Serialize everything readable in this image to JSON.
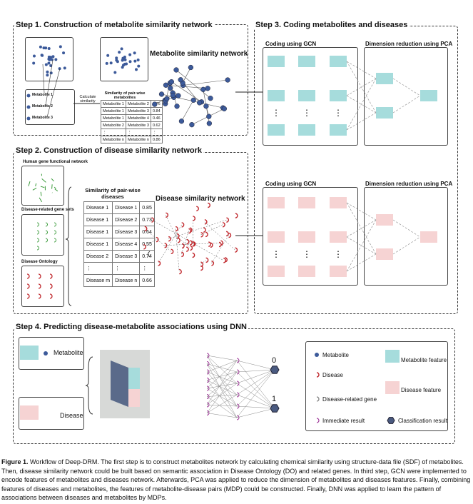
{
  "step1": {
    "title": "Step 1. Construction of metabolite similarity network",
    "metabolites": [
      "Metabolite 1",
      "Metabolite 2",
      "Metabolite 3"
    ],
    "calc_label": "Calculate similarity",
    "table_title": "Similarity of pair-wise metabolites",
    "table_rows": [
      [
        "Metabolite 1",
        "Metabolite 2",
        "0.76"
      ],
      [
        "Metabolite 1",
        "Metabolite 3",
        "0.84"
      ],
      [
        "Metabolite 1",
        "Metabolite 4",
        "0.46"
      ],
      [
        "Metabolite 2",
        "Metabolite 3",
        "0.62"
      ],
      [
        "⋮",
        "⋮",
        "⋮"
      ],
      [
        "Metabolite n",
        "Metabolite n",
        "0.86"
      ]
    ],
    "network_label": "Metabolite similarity network"
  },
  "step2": {
    "title": "Step 2. Construction of disease similarity network",
    "gene_network_label": "Human gene functional network",
    "gene_sets_label": "Disease-related gene sets",
    "ontology_label": "Disease Ontology",
    "table_title": "Similarity of pair-wise diseases",
    "table_rows": [
      [
        "Disease 1",
        "Disease 1",
        "0.85"
      ],
      [
        "Disease 1",
        "Disease 2",
        "0.73"
      ],
      [
        "Disease 1",
        "Disease 3",
        "0.64"
      ],
      [
        "Disease 1",
        "Disease 4",
        "0.55"
      ],
      [
        "Disease 2",
        "Disease 3",
        "0.74"
      ],
      [
        "⋮",
        "⋮",
        "⋮"
      ],
      [
        "Disease m",
        "Disease n",
        "0.66"
      ]
    ],
    "network_label": "Disease similarity network"
  },
  "step3": {
    "title": "Step 3. Coding metabolites and diseases",
    "gcn_label": "Coding using GCN",
    "pca_label": "Dimension reduction using PCA"
  },
  "step4": {
    "title": "Step 4.  Predicting disease-metabolite associations using DNN",
    "metabolite_label": "Metabolite",
    "disease_label": "Disease",
    "output_0": "0",
    "output_1": "1",
    "legend": {
      "metabolite": "Metabolite",
      "metabolite_feature": "Metabolite feature",
      "disease": "Disease",
      "disease_feature": "Disease feature",
      "disease_gene": "Disease-related gene",
      "immediate": "Immediate result",
      "classification": "Classification result"
    }
  },
  "caption": {
    "label": "Figure 1.",
    "text": "Workflow of Deep-DRM. The first step is to construct metabolites network by calculating chemical similarity using structure-data file (SDF) of metabolites. Then, disease similarity network could be built based on semantic association in Disease Ontology (DO) and related genes. In third step, GCN were implemented to encode features of metabolites and diseases network. Afterwards, PCA was applied to reduce the dimension of metabolites and diseases features. Finally, combining features of diseases and metabolites, the features of metabolite-disease pairs (MDP) could be constructed. Finally, DNN was applied to learn the pattern of associations between diseases and metabolites by MDPs."
  },
  "colors": {
    "teal": "#a6dcdc",
    "pink": "#f6d3d3",
    "node_blue": "#3c5a9a",
    "disease_red": "#c0282d",
    "gene_green": "#3a9a3a",
    "hexagon": "#4a5a80"
  }
}
